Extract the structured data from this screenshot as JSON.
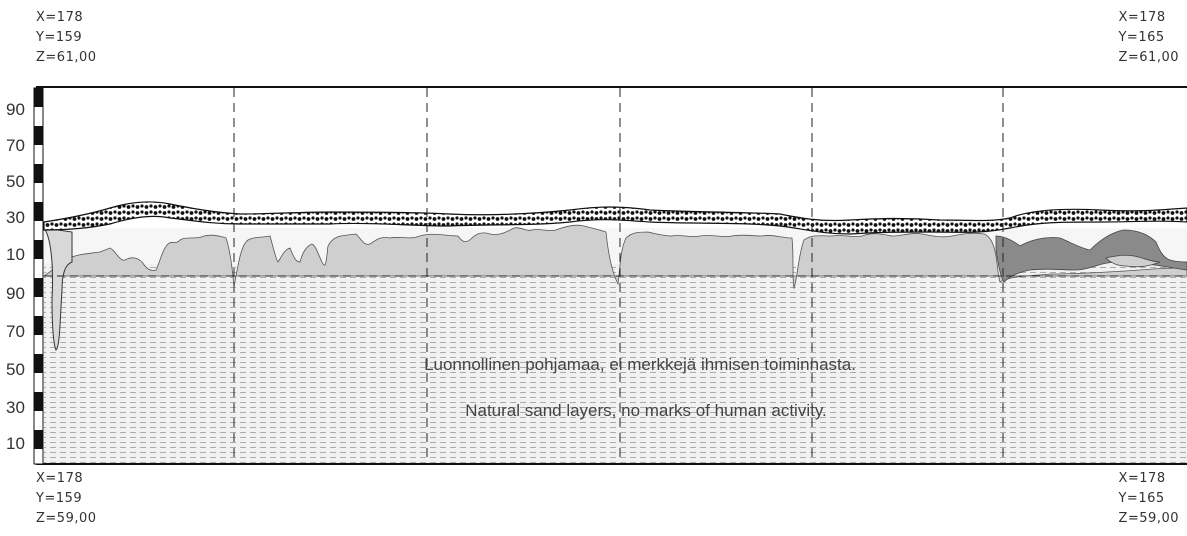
{
  "corners": {
    "top_left": {
      "x": "X=178",
      "y": "Y=159",
      "z": "Z=61,00"
    },
    "top_right": {
      "x": "X=178",
      "y": "Y=165",
      "z": "Z=61,00"
    },
    "bottom_left": {
      "x": "X=178",
      "y": "Y=159",
      "z": "Z=59,00"
    },
    "bottom_right": {
      "x": "X=178",
      "y": "Y=165",
      "z": "Z=59,00"
    }
  },
  "scale_ticks": [
    "90",
    "70",
    "50",
    "30",
    "10",
    "90",
    "70",
    "50",
    "30",
    "10"
  ],
  "annotation": {
    "finnish": "Luonnollinen pohjamaa, ei merkkejä ihmisen toiminnasta.",
    "english": "Natural sand  layers, no marks of human activity."
  },
  "colors": {
    "frame": "#111111",
    "light_fill": "#cfcfcf",
    "dark_fill": "#8a8a8a",
    "sand_hatch": "#9a9a9a"
  },
  "legend_icons": [
    "gravel-layer-icon",
    "sand-hatch-icon"
  ]
}
